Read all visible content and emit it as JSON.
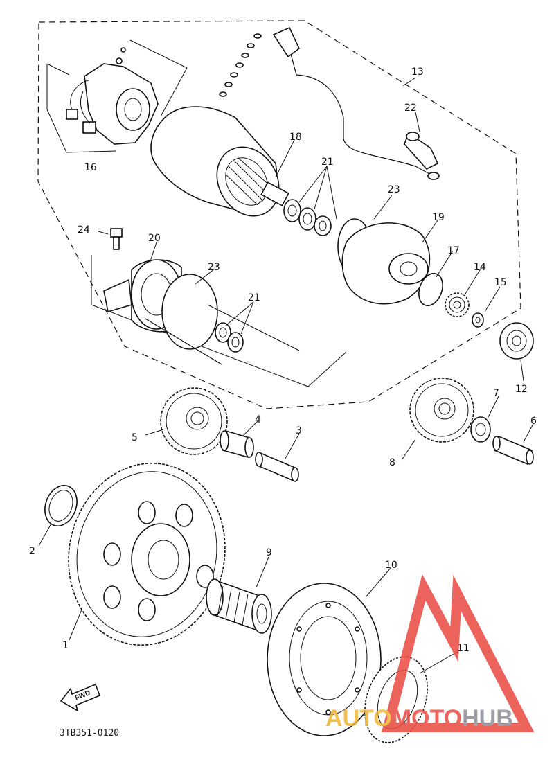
{
  "diagram": {
    "part_numbers": [
      "1",
      "2",
      "3",
      "4",
      "5",
      "6",
      "7",
      "8",
      "9",
      "10",
      "11",
      "12",
      "13",
      "14",
      "15",
      "16",
      "17",
      "18",
      "19",
      "20",
      "21",
      "22",
      "23",
      "24"
    ],
    "labels": {
      "p1": "1",
      "p2": "2",
      "p3": "3",
      "p4": "4",
      "p5": "5",
      "p6": "6",
      "p7": "7",
      "p8": "8",
      "p9": "9",
      "p10": "10",
      "p11": "11",
      "p12": "12",
      "p13": "13",
      "p14": "14",
      "p15": "15",
      "p16": "16",
      "p17": "17",
      "p18": "18",
      "p19": "19",
      "p20": "20",
      "p21a": "21",
      "p21b": "21",
      "p22": "22",
      "p23a": "23",
      "p23b": "23",
      "p24": "24"
    },
    "drawing_code": "3TB351-0120",
    "direction_label": "FWD"
  },
  "watermark": {
    "brand_part1": "AUTO",
    "brand_part2": "MOTO",
    "brand_part3": "HUB",
    "colors": {
      "red": "#e8483f",
      "orange": "#f2b632",
      "gray": "#8a8f96"
    }
  }
}
